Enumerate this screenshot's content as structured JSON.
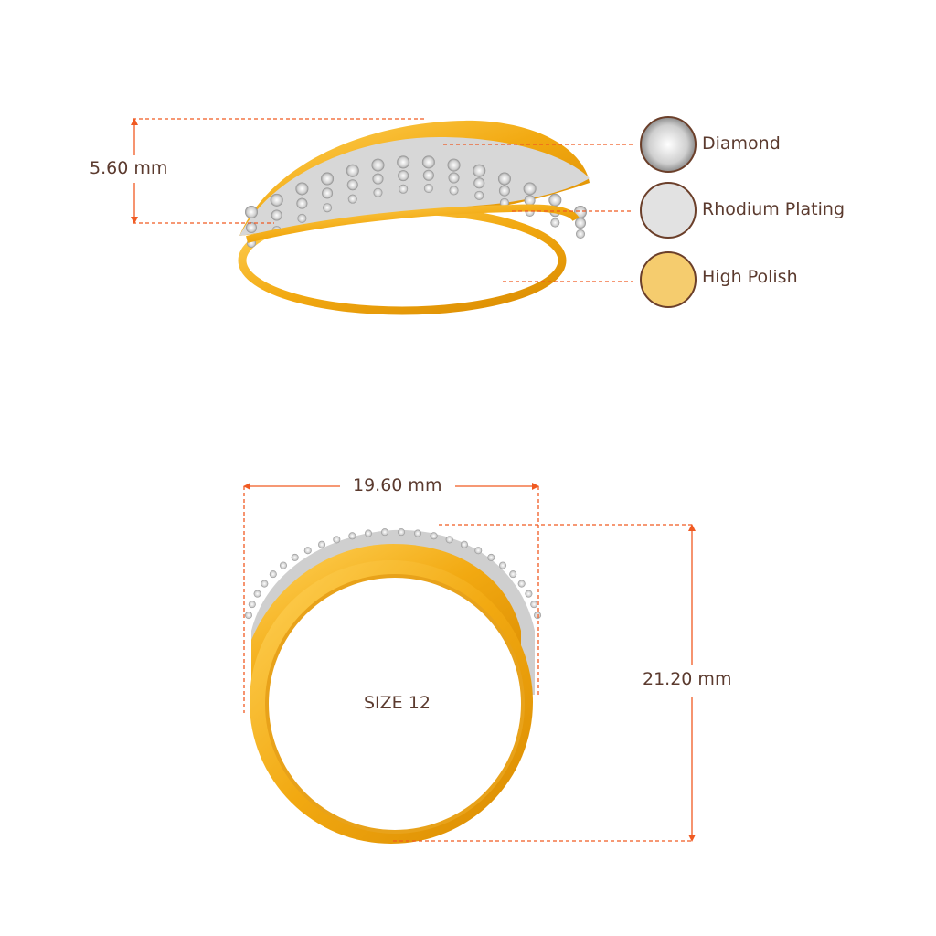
{
  "colors": {
    "dimension_line": "#f05a22",
    "text": "#5b3a2e",
    "gold": "#f4b41a",
    "rhodium": "#e2e2e2",
    "polish": "#f5cc6e"
  },
  "top_view": {
    "height_label": "5.60 mm"
  },
  "legend": [
    {
      "label": "Diamond",
      "icon": "diamond-swatch-icon"
    },
    {
      "label": "Rhodium Plating",
      "icon": "rhodium-swatch-icon"
    },
    {
      "label": "High Polish",
      "icon": "high-polish-swatch-icon"
    }
  ],
  "front_view": {
    "width_label": "19.60 mm",
    "height_label": "21.20 mm",
    "size_label": "SIZE 12"
  }
}
